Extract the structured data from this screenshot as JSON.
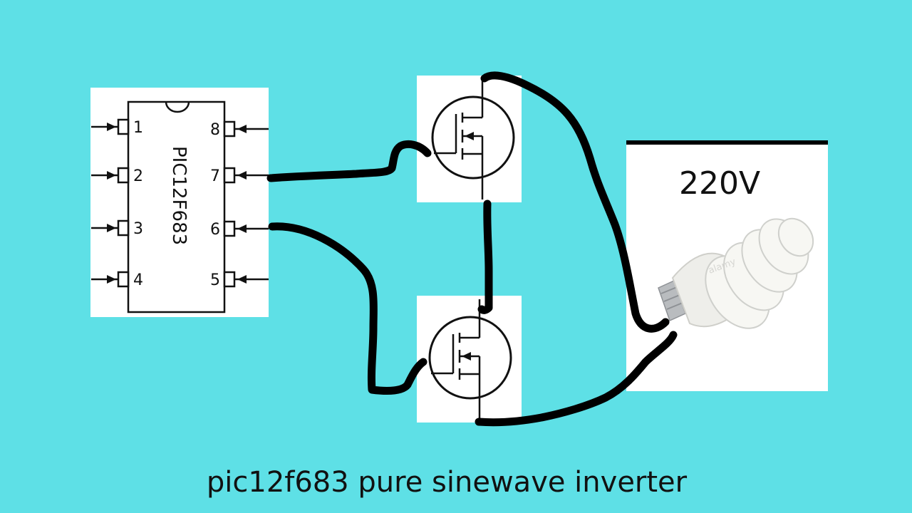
{
  "chip": {
    "name": "PIC12F683",
    "pins_left": [
      "1",
      "2",
      "3",
      "4"
    ],
    "pins_right": [
      "8",
      "7",
      "6",
      "5"
    ]
  },
  "load": {
    "voltage_label": "220V",
    "bulb_watermark": "alamy"
  },
  "caption": "pic12f683 pure sinewave inverter",
  "colors": {
    "background": "#5ee0e6",
    "panel": "#ffffff",
    "wire": "#000000"
  },
  "icons": [
    "ic-chip-icon",
    "mosfet-icon",
    "cfl-bulb-icon"
  ]
}
